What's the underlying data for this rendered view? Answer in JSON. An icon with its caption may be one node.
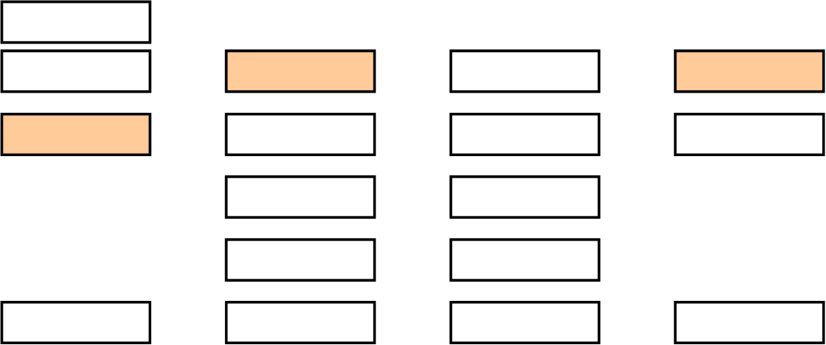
{
  "diagram": {
    "nodes": [
      {
        "text": [],
        "shape": "box"
      },
      {
        "text": [],
        "shape": "box"
      },
      {
        "text": [],
        "shape": "box"
      },
      {
        "text": [],
        "shape": "box"
      },
      {
        "text": [],
        "shape": "box"
      },
      {
        "text": [],
        "shape": "box"
      },
      {
        "text": [],
        "shape": "box"
      },
      {
        "text": [],
        "shape": "box"
      },
      {
        "text": [],
        "shape": "box"
      },
      {
        "text": [],
        "shape": "box"
      },
      {
        "text": [],
        "shape": "box"
      },
      {
        "text": [],
        "shape": "box"
      },
      {
        "text": [],
        "shape": "box"
      },
      {
        "text": [],
        "shape": "box"
      },
      {
        "text": [],
        "shape": "box"
      },
      {
        "text": [],
        "shape": "box"
      },
      {
        "text": [],
        "shape": "box"
      }
    ]
  }
}
